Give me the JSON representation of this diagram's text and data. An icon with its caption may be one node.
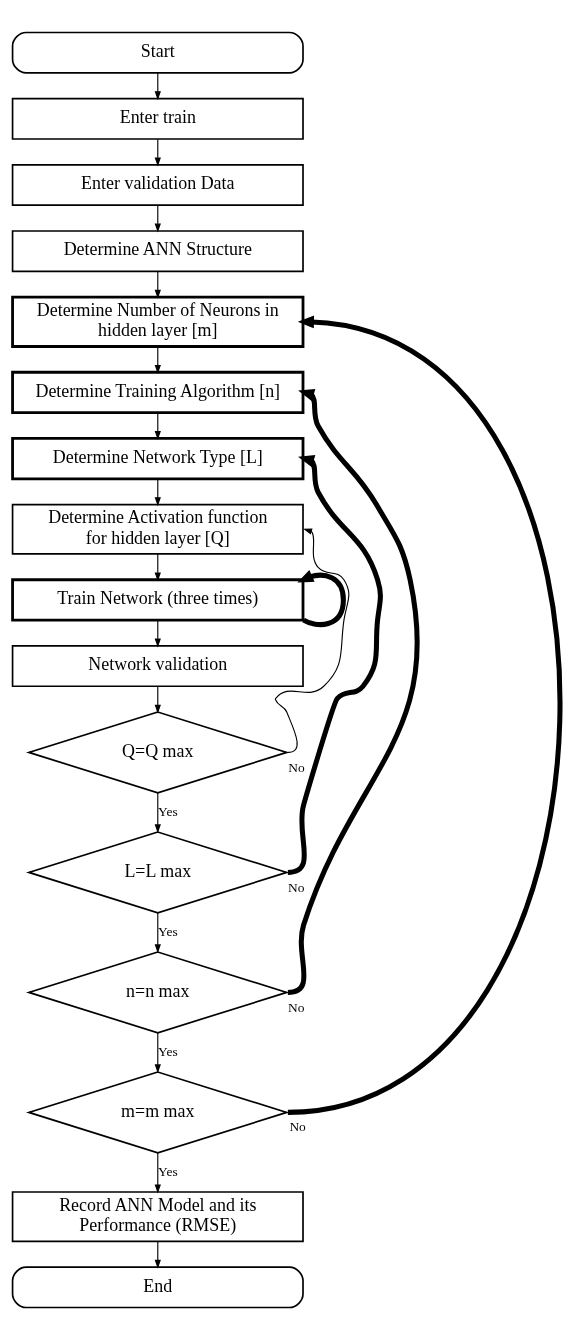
{
  "diagram": {
    "nodes": [
      {
        "text": [
          "Start"
        ]
      },
      {
        "text": [
          "Enter train"
        ]
      },
      {
        "text": [
          "Enter validation Data"
        ]
      },
      {
        "text": [
          "Determine ANN Structure"
        ]
      },
      {
        "text": [
          "Determine Number of Neurons in hidden layer [m]"
        ]
      },
      {
        "text": [
          "Determine Training Algorithm [n]"
        ]
      },
      {
        "text": [
          "Determine Network Type [L]"
        ]
      },
      {
        "text": [
          "Determine Activation function for hidden layer [Q]"
        ]
      },
      {
        "text": [
          "Train Network (three times)"
        ]
      },
      {
        "text": [
          "Network validation"
        ]
      },
      {
        "text": [
          "Q=Q max"
        ]
      },
      {
        "text": [
          "L=L max"
        ]
      },
      {
        "text": [
          "n=n max"
        ]
      },
      {
        "text": [
          "m=m max"
        ]
      },
      {
        "text": [
          "Record ANN Model and its Performance (RMSE)"
        ]
      },
      {
        "text": [
          "End"
        ]
      }
    ],
    "edges": [
      {
        "from": 0,
        "to": 1,
        "arrow": "to"
      },
      {
        "from": 1,
        "to": 2,
        "arrow": "to"
      },
      {
        "from": 2,
        "to": 3,
        "arrow": "to"
      },
      {
        "from": 3,
        "to": 4,
        "arrow": "to"
      },
      {
        "from": 4,
        "to": 5,
        "arrow": "to"
      },
      {
        "from": 5,
        "to": 6,
        "arrow": "to"
      },
      {
        "from": 6,
        "to": 7,
        "arrow": "to"
      },
      {
        "from": 7,
        "to": 8,
        "arrow": "to"
      },
      {
        "from": 8,
        "to": 8,
        "arrow": "to",
        "style": "thick"
      },
      {
        "from": 8,
        "to": 9,
        "arrow": "to"
      },
      {
        "from": 9,
        "to": 10,
        "arrow": "to"
      },
      {
        "from": 10,
        "to": 7,
        "arrow": "to",
        "label": "No"
      },
      {
        "from": 10,
        "to": 11,
        "arrow": "to",
        "label": "Yes"
      },
      {
        "from": 11,
        "to": 6,
        "arrow": "to",
        "label": "No",
        "style": "thick"
      },
      {
        "from": 11,
        "to": 12,
        "arrow": "to",
        "label": "Yes"
      },
      {
        "from": 12,
        "to": 5,
        "arrow": "to",
        "label": "No",
        "style": "thick"
      },
      {
        "from": 12,
        "to": 13,
        "arrow": "to",
        "label": "Yes"
      },
      {
        "from": 13,
        "to": 4,
        "arrow": "to",
        "label": "No",
        "style": "thick"
      },
      {
        "from": 13,
        "to": 14,
        "arrow": "to",
        "label": "Yes"
      },
      {
        "from": 14,
        "to": 15,
        "arrow": "to"
      }
    ]
  }
}
